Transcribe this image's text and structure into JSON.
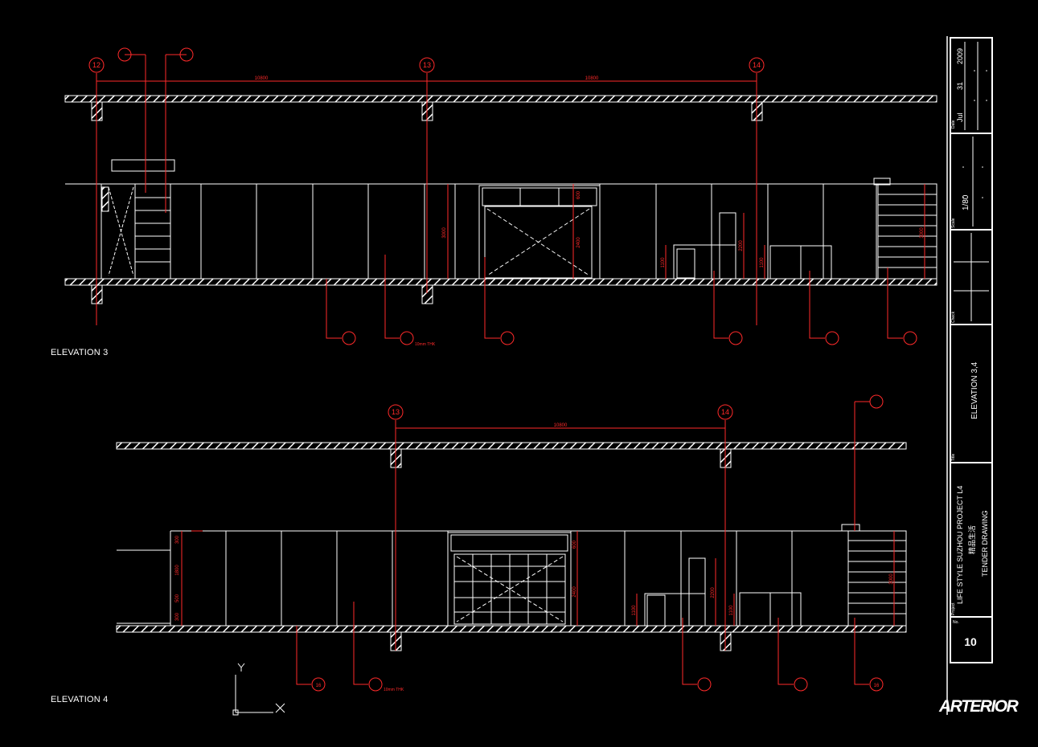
{
  "elevation3": {
    "title": "ELEVATION 3",
    "grid": [
      "12",
      "13",
      "14"
    ],
    "span_dims": [
      "10800",
      "10800"
    ],
    "vertical_dims": [
      "3000",
      "600",
      "2400",
      "1100",
      "2200",
      "1100",
      "3000"
    ],
    "note": "10mm THK"
  },
  "elevation4": {
    "title": "ELEVATION 4",
    "grid": [
      "13",
      "14"
    ],
    "span_dims": [
      "10800"
    ],
    "left_dims": [
      "300",
      "1800",
      "500",
      "300"
    ],
    "vertical_dims": [
      "600",
      "2400",
      "1100",
      "2200",
      "1100",
      "3000"
    ],
    "bubble_labels": [
      "16",
      "16"
    ],
    "note": "10mm THK"
  },
  "axes": {
    "y": "Y",
    "x": "X"
  },
  "title_block": {
    "date_label": "Date",
    "date_month": "Jul",
    "date_day": "31",
    "date_year": "2009",
    "scale_label": "Scale",
    "scale_value": "1/80",
    "check_label": "Check",
    "title_label": "Title",
    "title_value": "ELEVATION 3,4",
    "project_label": "Project",
    "project_line1": "LIFE STYLE SUZHOU PROJECT L4",
    "project_line2": "精品生活",
    "project_line3": "TENDER DRAWING",
    "no_label": "No.",
    "sheet_number": "10",
    "logo": "ARTERIOR"
  }
}
